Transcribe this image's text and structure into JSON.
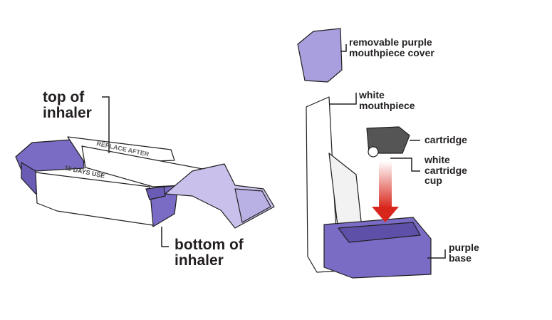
{
  "left_diagram": {
    "top_label": "top of inhaler",
    "top_label_line1": "top of",
    "top_label_line2": "inhaler",
    "bottom_label_line1": "bottom of",
    "bottom_label_line2": "inhaler",
    "imprint_line1": "REPLACE AFTER",
    "imprint_line2": "15 DAYS USE"
  },
  "right_diagram": {
    "cover_line1": "removable purple",
    "cover_line2": "mouthpiece cover",
    "mouthpiece_line1": "white",
    "mouthpiece_line2": "mouthpiece",
    "cartridge": "cartridge",
    "cup_line1": "white",
    "cup_line2": "cartridge",
    "cup_line3": "cup",
    "base_line1": "purple",
    "base_line2": "base"
  },
  "colors": {
    "purple": "#7a6bc4",
    "light_purple": "#b9b0e3",
    "arrow_red": "#d9261c",
    "outline": "#231f20"
  }
}
